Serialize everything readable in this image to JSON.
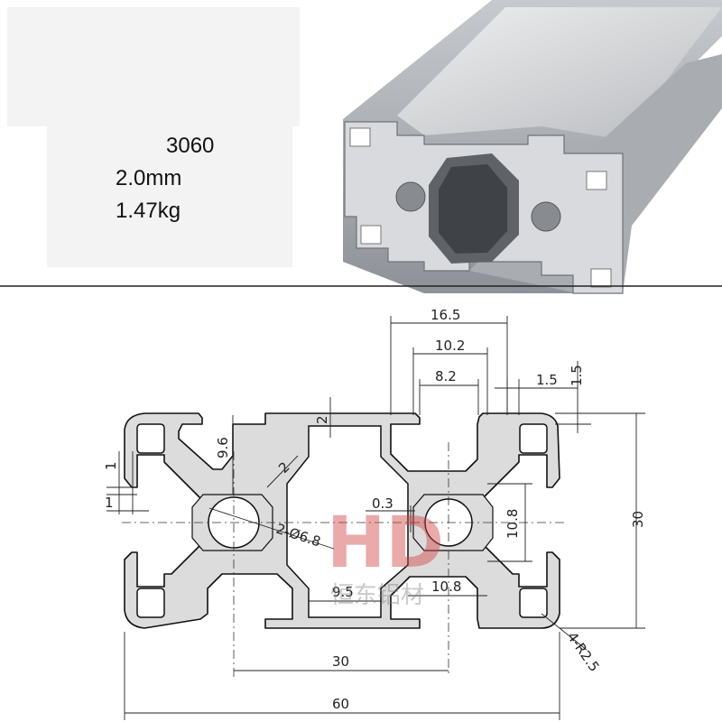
{
  "spec": {
    "model": "3060",
    "thickness": "2.0mm",
    "weight": "1.47kg"
  },
  "dimensions": {
    "d16_5": "16.5",
    "d10_2": "10.2",
    "d8_2": "8.2",
    "d1_5a": "1.5",
    "d1_5b": "1.5",
    "d2": "2",
    "d9_6": "9.6",
    "d1a": "1",
    "d1b": "1",
    "d2b": "2",
    "d0_3": "0.3",
    "d10_8v": "10.8",
    "d30v": "30",
    "hole": "2-Ø6.8",
    "d9_5": "9.5",
    "d10_8h": "10.8",
    "radius": "4-R2.5",
    "d30h": "30",
    "d60": "60"
  },
  "watermark": {
    "logo": "HD",
    "text": "恒东铝材"
  },
  "colors": {
    "profile_fill": "#dcdcdc",
    "profile_stroke": "#111111",
    "watermark": "#d24545"
  }
}
